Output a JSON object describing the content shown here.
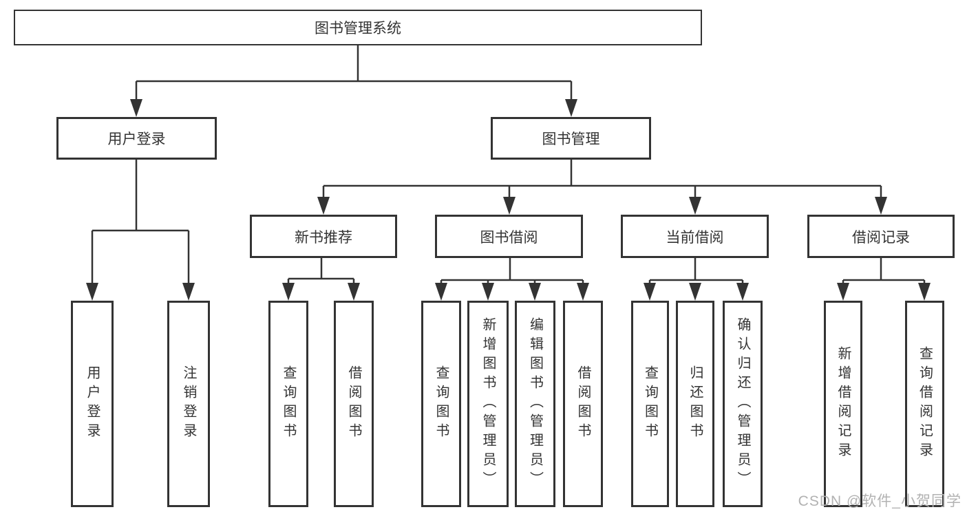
{
  "diagram": {
    "title": "图书管理系统",
    "branches": [
      {
        "label": "用户登录",
        "children": [
          {
            "label": "用户登录"
          },
          {
            "label": "注销登录"
          }
        ]
      },
      {
        "label": "图书管理",
        "children": [
          {
            "label": "新书推荐",
            "children": [
              {
                "label": "查询图书"
              },
              {
                "label": "借阅图书"
              }
            ]
          },
          {
            "label": "图书借阅",
            "children": [
              {
                "label": "查询图书"
              },
              {
                "label": "新增图书（管理员）"
              },
              {
                "label": "编辑图书（管理员）"
              },
              {
                "label": "借阅图书"
              }
            ]
          },
          {
            "label": "当前借阅",
            "children": [
              {
                "label": "查询图书"
              },
              {
                "label": "归还图书"
              },
              {
                "label": "确认归还（管理员）"
              }
            ]
          },
          {
            "label": "借阅记录",
            "children": [
              {
                "label": "新增借阅记录"
              },
              {
                "label": "查询借阅记录"
              }
            ]
          }
        ]
      }
    ]
  },
  "colors": {
    "line": "#333333",
    "text": "#333333",
    "background": "#ffffff",
    "watermark": "#b2b2b2"
  },
  "watermark": {
    "text": "CSDN @软件_小贺同学"
  }
}
